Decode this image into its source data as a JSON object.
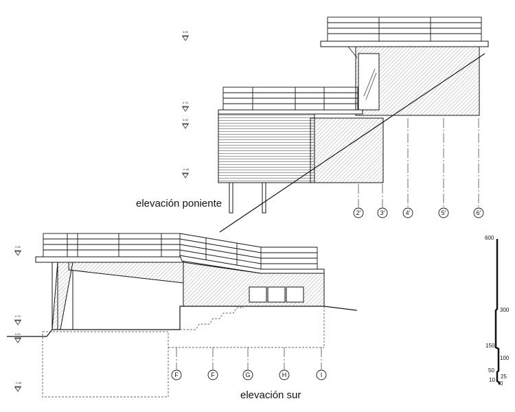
{
  "colors": {
    "ink": "#111111",
    "hatch": "#555555",
    "paper": "#ffffff"
  },
  "titles": {
    "west_elevation": "elevación poniente",
    "south_elevation": "elevación sur"
  },
  "west_axes": [
    "2'",
    "3'",
    "4'",
    "5'",
    "6'"
  ],
  "south_axes": [
    "F",
    "F",
    "G",
    "H",
    "I"
  ],
  "level_marks_west": [
    "3.95",
    "0.75",
    "0.00",
    "-0.45"
  ],
  "level_marks_south": [
    "3.95",
    "0.75",
    "0.00",
    "-2.95"
  ],
  "scale_bar": {
    "labels": [
      "600",
      "300",
      "150",
      "100",
      "50",
      "25",
      "10",
      "0"
    ]
  }
}
